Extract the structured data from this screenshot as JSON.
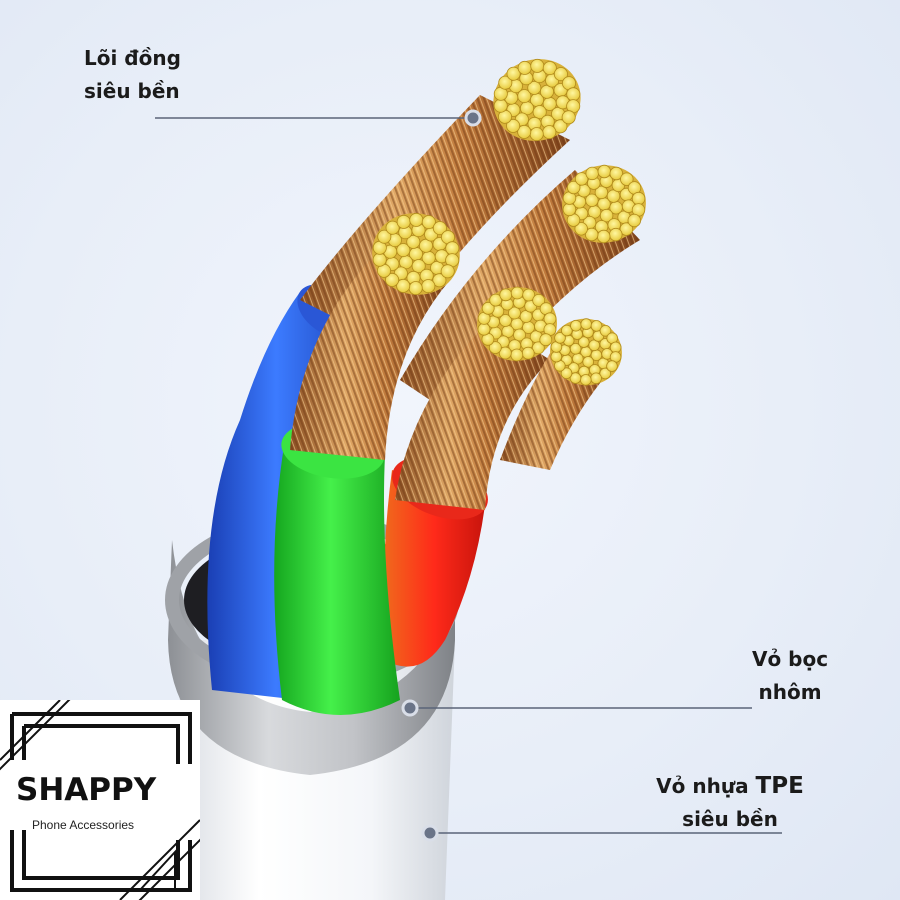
{
  "callouts": {
    "core": {
      "line1": "Lõi đồng",
      "line2": "siêu bền"
    },
    "aluminum_shield": {
      "line1": "Vỏ bọc",
      "line2": "nhôm"
    },
    "tpe_jacket": {
      "line1_prefix": "Vỏ nhựa",
      "line1_highlight": "TPE",
      "line2": "siêu bền"
    }
  },
  "logo": {
    "brand": "SHAPPY",
    "tagline": "Phone Accessories"
  },
  "colors": {
    "background": "#e8eef8",
    "copper": "#c8894a",
    "strand_ends": "#f4e04a",
    "wire_blue": "#2f63e0",
    "wire_green": "#2fd43a",
    "wire_red": "#e42a1e",
    "aluminum": "#b4b6ba",
    "jacket": "#ffffff",
    "marker": "#5a6478"
  }
}
